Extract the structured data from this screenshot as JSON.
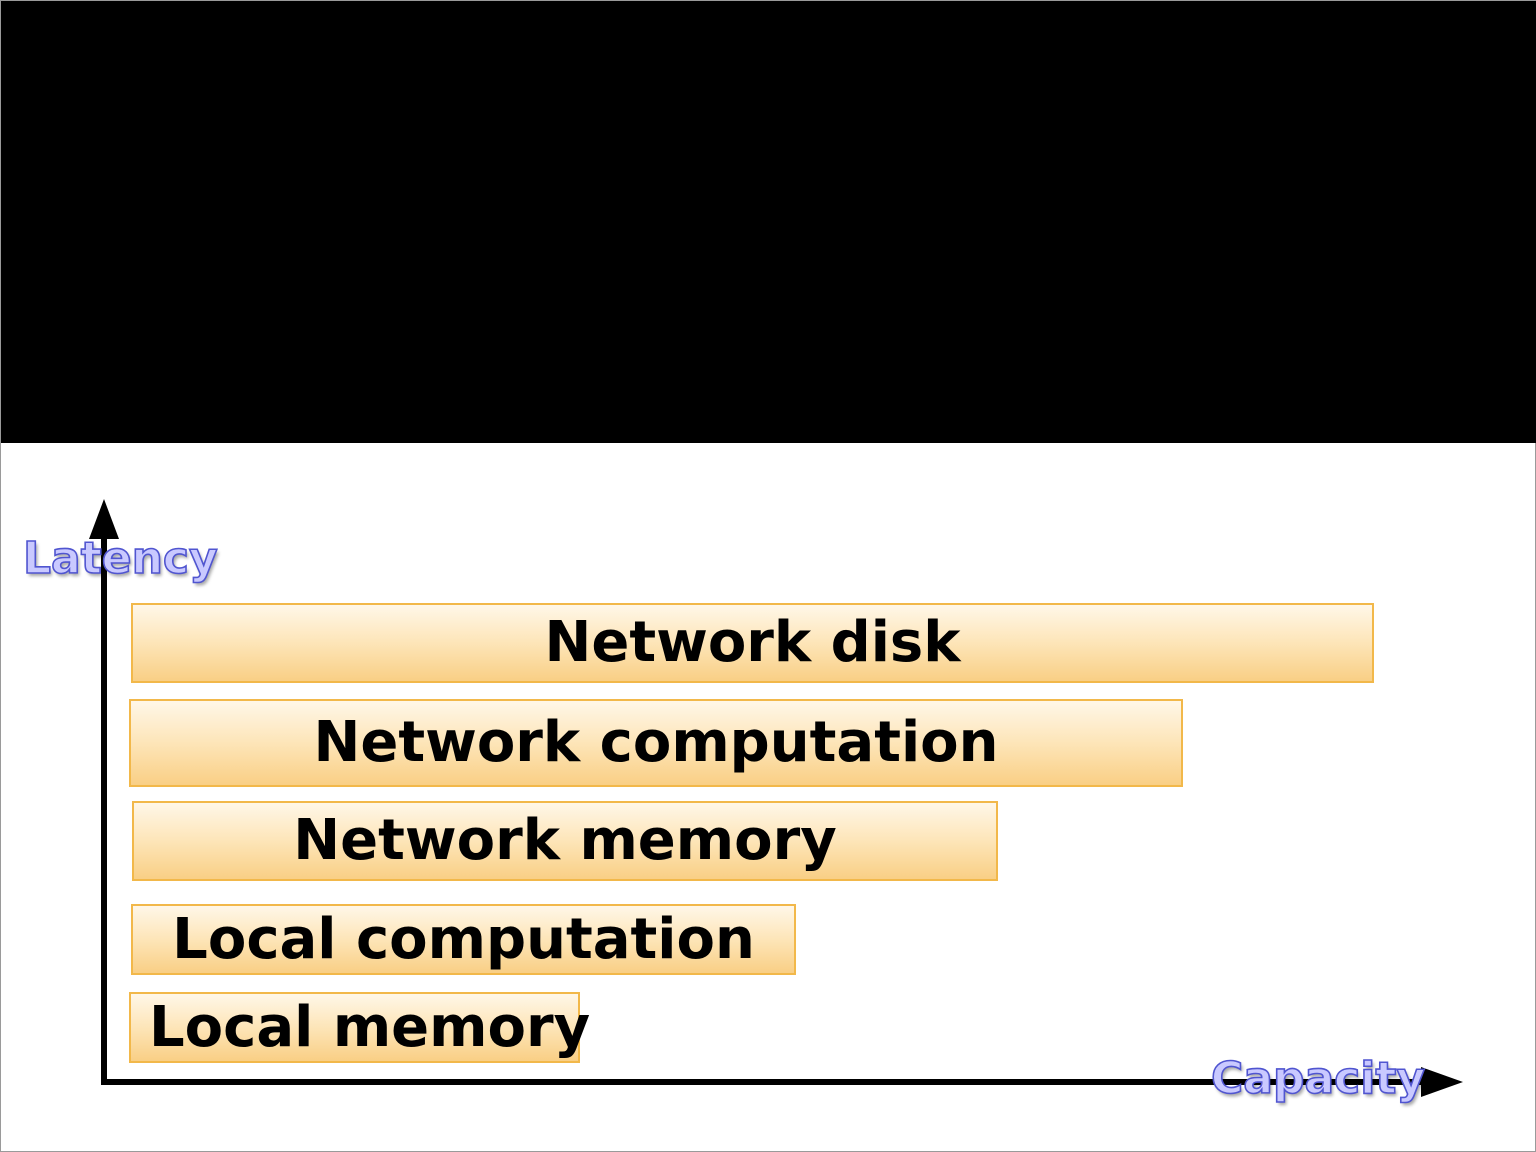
{
  "axes": {
    "y_label": "Latency",
    "x_label": "Capacity"
  },
  "bars": [
    {
      "id": "network-disk",
      "label": "Network disk"
    },
    {
      "id": "network-computation",
      "label": "Network computation"
    },
    {
      "id": "network-memory",
      "label": "Network memory"
    },
    {
      "id": "local-computation",
      "label": "Local computation"
    },
    {
      "id": "local-memory",
      "label": "Local memory"
    }
  ],
  "colors": {
    "bar_border": "#f2b84a",
    "bar_fill_light": "#fff7e8",
    "bar_fill_dark": "#f9cf85",
    "axis_label_fill": "#c9c9ff",
    "axis_label_outline": "#5055d0",
    "axis_line": "#000000",
    "top_band": "#000000"
  }
}
